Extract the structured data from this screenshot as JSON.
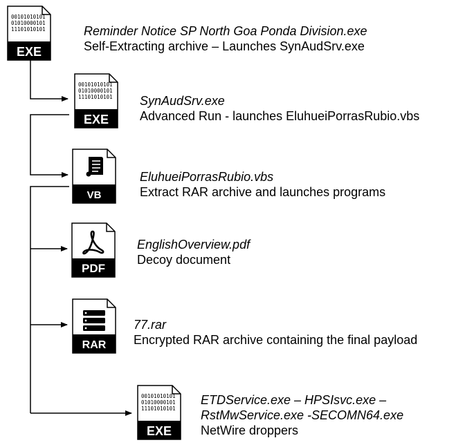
{
  "nodes": [
    {
      "id": "reminder",
      "icon_type": "exe",
      "icon_label": "EXE",
      "binary_lines": [
        "00101010101",
        "01010000101",
        "11101010101"
      ],
      "filename_lines": [
        "Reminder Notice SP North Goa Ponda Division.exe"
      ],
      "description": "Self-Extracting archive – Launches SynAudSrv.exe"
    },
    {
      "id": "synaudsrv",
      "icon_type": "exe",
      "icon_label": "EXE",
      "binary_lines": [
        "00101010101",
        "01010000101",
        "11101010101"
      ],
      "filename_lines": [
        "SynAudSrv.exe"
      ],
      "description": "Advanced Run - launches EluhueiPorrasRubio.vbs"
    },
    {
      "id": "vbs",
      "icon_type": "vb",
      "icon_label": "VB",
      "filename_lines": [
        "EluhueiPorrasRubio.vbs"
      ],
      "description": "Extract RAR archive and launches programs"
    },
    {
      "id": "pdf",
      "icon_type": "pdf",
      "icon_label": "PDF",
      "filename_lines": [
        "EnglishOverview.pdf"
      ],
      "description": "Decoy document"
    },
    {
      "id": "rar",
      "icon_type": "rar",
      "icon_label": "RAR",
      "filename_lines": [
        "77.rar"
      ],
      "description": "Encrypted RAR archive containing the final payload"
    },
    {
      "id": "droppers",
      "icon_type": "exe",
      "icon_label": "EXE",
      "binary_lines": [
        "00101010101",
        "01010000101",
        "11101010101"
      ],
      "filename_lines": [
        "ETDService.exe – HPSIsvc.exe –",
        "RstMwService.exe -SECOMN64.exe"
      ],
      "description": "NetWire droppers"
    }
  ],
  "colors": {
    "line": "#000000",
    "icon_band": "#000000",
    "icon_text": "#ffffff"
  }
}
